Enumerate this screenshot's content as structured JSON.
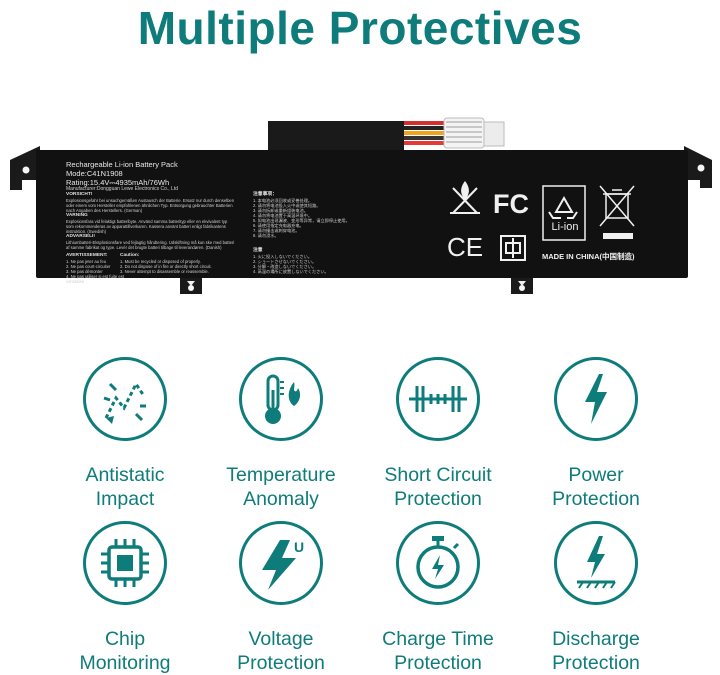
{
  "headline": "Multiple Protectives",
  "battery": {
    "label_title": "Rechargeable Li-ion Battery Pack",
    "model": "Mode:C41N1908",
    "rating": "Rating:15.4V⎓4935mAh/76Wh",
    "manufacturer": "Manufacturer:Dongguan Lewe Electronics Co., Ltd",
    "warn1_heading": "VORSICHT!",
    "warn1_text": "Explosionsgefahr bei unsachgemäßen Austausch der Batterie. Ersatz nur durch denselben oder einem vom Hersteller empfohlenen ähnlichen Typ. Entsorgung gebrauchter Batterien nach Angaben des Herstellers. (German)",
    "warn2_heading": "VARNING",
    "warn2_text": "Explosionsfara vid felaktigt batteribyte. Använd samma batterityp eller en ekvivalent typ som rekommenderas av apparattillverkaren. Kassera använt batteri enligt fabrikantens instruktion. (Swedish)",
    "warn3_heading": "ADVARSELI!",
    "warn3_text": "Lithiumbatteri-Eksplosionsfare ved fejlagtig håndtering. Udskiftning må kun ske med batteri af samme fabrikat og type. Levér det brugte batteri tilbage til leverandøren. (Danish)",
    "avert_heading": "AVERTISSEMENT:",
    "avert_items": [
      "1. Ne pas jeter au feu",
      "2. Ne pas court-circuiter",
      "3. Ne pas démonter",
      "4. Ne pas utiliser si est fuite est constatée"
    ],
    "caution_heading": "Caution:",
    "caution_items": [
      "1. Must be recycled or disposed of properly.",
      "2. Do not dispose of in fire or directly short circuit.",
      "3. Never attempt to disassemble or reassemble."
    ],
    "cn_heading": "注意事项：",
    "cn_items": [
      "1. 本电池必须回收或妥善处理。",
      "2. 请勿将电池投入火中或使其短路。",
      "3. 请勿拆卸或重新组装电池。",
      "4. 请勿将电池置于高温环境中。",
      "5. 如电池出现漏液、变形等异常，请立即停止使用。",
      "6. 请使用指定充电器充电。",
      "7. 请勿撞击或刺穿电池。",
      "8. 请勿浸水。"
    ],
    "jp_heading": "注意",
    "jp_items": [
      "1. 火に投入しないでください。",
      "2. ショートさせないでください。",
      "3. 分解・改造しないでください。",
      "4. 高温の場所に放置しないでください。"
    ],
    "liion_label": "Li-ion",
    "made_in": "MADE IN CHINA(中国制造)",
    "icons": [
      "flammable-icon",
      "fcc-icon",
      "recycle-liion-icon",
      "weee-bin-icon",
      "ce-icon",
      "cert-mark-icon"
    ]
  },
  "features": [
    {
      "icon": "antistatic-impact-icon",
      "line1": "Antistatic",
      "line2": "Impact"
    },
    {
      "icon": "temperature-anomaly-icon",
      "line1": "Temperature",
      "line2": "Anomaly"
    },
    {
      "icon": "short-circuit-icon",
      "line1": "Short Circuit",
      "line2": "Protection"
    },
    {
      "icon": "power-bolt-icon",
      "line1": "Power",
      "line2": "Protection"
    },
    {
      "icon": "chip-icon",
      "line1": "Chip",
      "line2": "Monitoring"
    },
    {
      "icon": "voltage-icon",
      "line1": "Voltage",
      "line2": "Protection"
    },
    {
      "icon": "charge-time-icon",
      "line1": "Charge Time",
      "line2": "Protection"
    },
    {
      "icon": "discharge-icon",
      "line1": "Discharge",
      "line2": "Protection"
    }
  ],
  "colors": {
    "accent": "#0e7c7b",
    "battery_body": "#111111",
    "label_text": "#f0f0f0"
  }
}
